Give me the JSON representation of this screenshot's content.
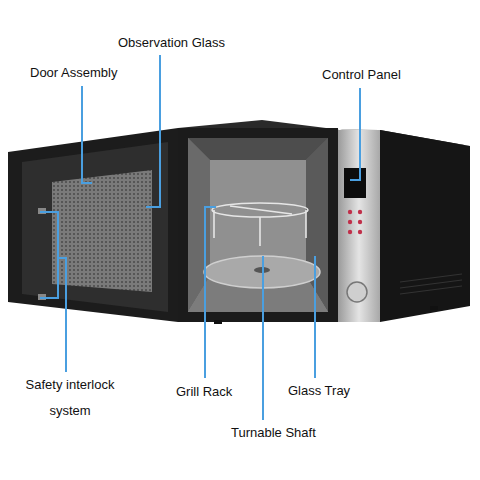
{
  "diagram": {
    "labels": [
      "Observation Glass",
      "Door Assembly",
      "Control Panel",
      "Safety interlock system",
      "Grill Rack",
      "Glass Tray",
      "Turnable Shaft"
    ]
  }
}
